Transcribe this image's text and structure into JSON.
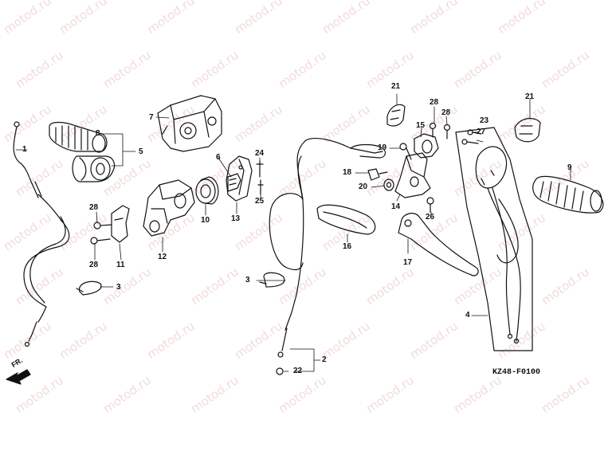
{
  "diagram": {
    "reference_code": "KZ48-F0100",
    "direction_label": "FR.",
    "watermark": "motod.ru",
    "callouts": [
      {
        "id": "c1",
        "text": "1"
      },
      {
        "id": "c8",
        "text": "8"
      },
      {
        "id": "c5",
        "text": "5"
      },
      {
        "id": "c7",
        "text": "7"
      },
      {
        "id": "c6",
        "text": "6"
      },
      {
        "id": "c24",
        "text": "24"
      },
      {
        "id": "c25",
        "text": "25"
      },
      {
        "id": "c28a",
        "text": "28"
      },
      {
        "id": "c28b",
        "text": "28"
      },
      {
        "id": "c11",
        "text": "11"
      },
      {
        "id": "c12",
        "text": "12"
      },
      {
        "id": "c10",
        "text": "10"
      },
      {
        "id": "c13",
        "text": "13"
      },
      {
        "id": "c3a",
        "text": "3"
      },
      {
        "id": "c3b",
        "text": "3"
      },
      {
        "id": "c21a",
        "text": "21"
      },
      {
        "id": "c28c",
        "text": "28"
      },
      {
        "id": "c28d",
        "text": "28"
      },
      {
        "id": "c15",
        "text": "15"
      },
      {
        "id": "c19",
        "text": "19"
      },
      {
        "id": "c18",
        "text": "18"
      },
      {
        "id": "c20",
        "text": "20"
      },
      {
        "id": "c14",
        "text": "14"
      },
      {
        "id": "c26",
        "text": "26"
      },
      {
        "id": "c16",
        "text": "16"
      },
      {
        "id": "c17",
        "text": "17"
      },
      {
        "id": "c21b",
        "text": "21"
      },
      {
        "id": "c23",
        "text": "23"
      },
      {
        "id": "c27",
        "text": "27"
      },
      {
        "id": "c9",
        "text": "9"
      },
      {
        "id": "c4",
        "text": "4"
      },
      {
        "id": "c2",
        "text": "2"
      },
      {
        "id": "c22",
        "text": "22"
      }
    ]
  }
}
